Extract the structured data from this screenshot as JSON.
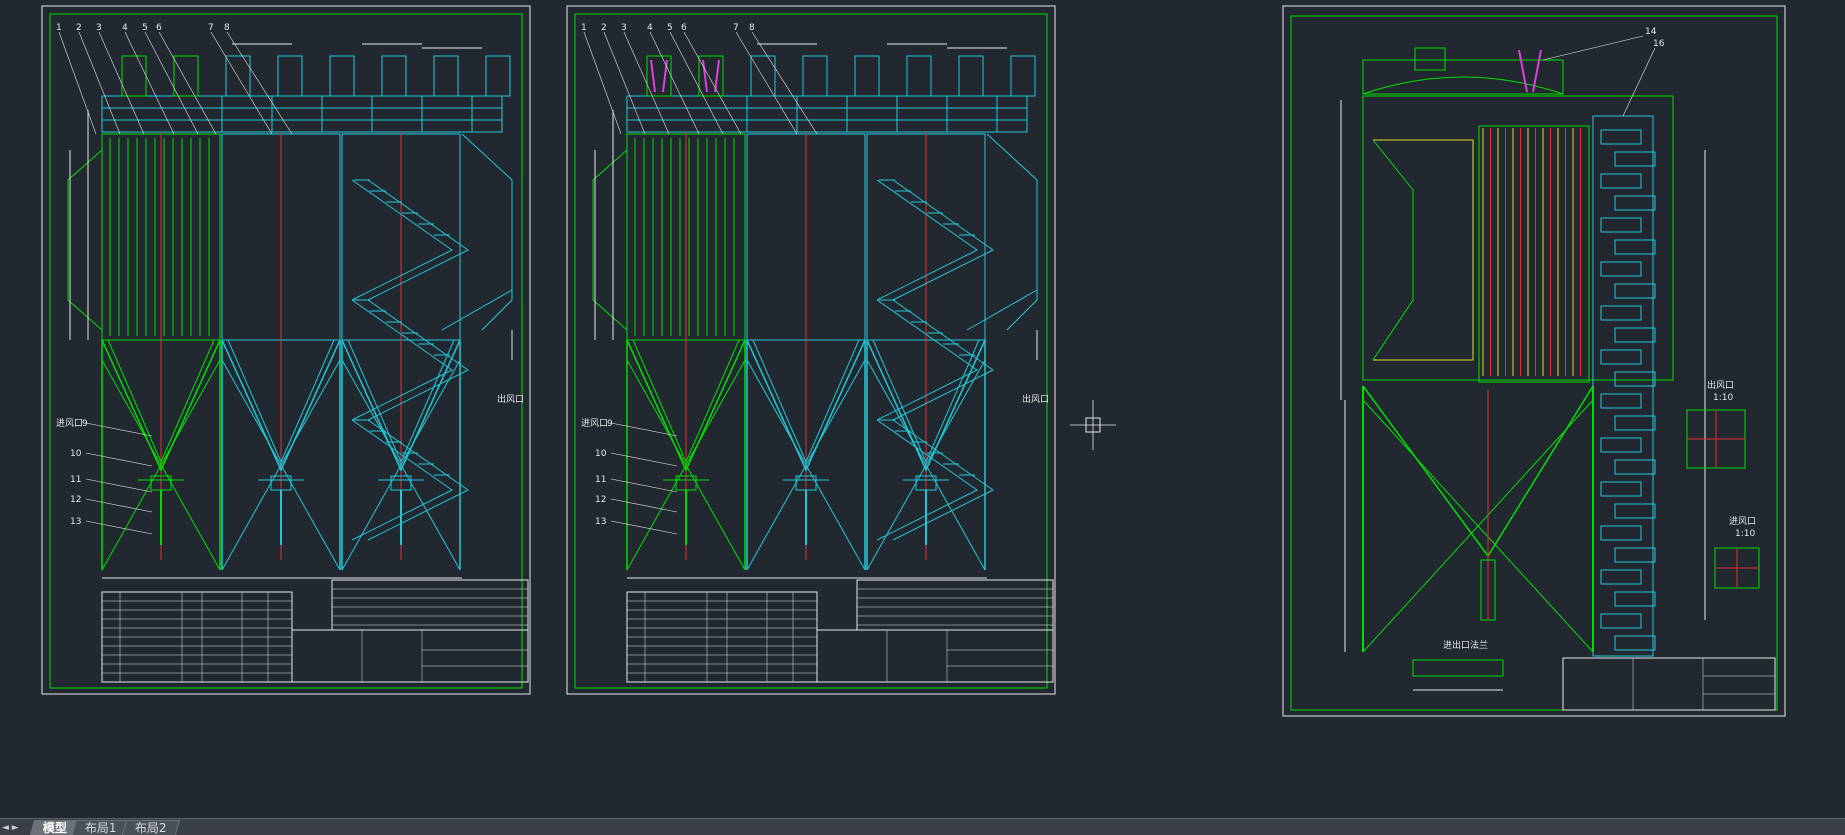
{
  "app": {
    "title": "CAD drawing viewer"
  },
  "colors": {
    "background": "#212830",
    "green": "#00e000",
    "cyan": "#22c8d8",
    "white": "#e8e8e8",
    "red": "#e03030",
    "magenta": "#e040e0",
    "yellow": "#e0e020"
  },
  "drawings": [
    {
      "callouts": [
        "1",
        "2",
        "3",
        "4",
        "5",
        "6",
        "7",
        "8",
        "9",
        "10",
        "11",
        "12",
        "13"
      ],
      "labels": {
        "inlet": "进风口",
        "outlet": "出风口"
      }
    },
    {
      "callouts": [
        "1",
        "2",
        "3",
        "4",
        "5",
        "6",
        "7",
        "8",
        "9",
        "10",
        "11",
        "12",
        "13"
      ],
      "labels": {
        "inlet": "进风口",
        "outlet": "出风口"
      }
    },
    {
      "callouts": [
        "14",
        "16"
      ],
      "labels": {
        "detail_a_title": "出风口",
        "detail_a_scale": "1:10",
        "detail_b_title": "进风口",
        "detail_b_scale": "1:10",
        "bottom_label": "进出口法兰"
      }
    }
  ],
  "layout_tabs": [
    {
      "label": "模型",
      "active": true
    },
    {
      "label": "布局1",
      "active": false
    },
    {
      "label": "布局2",
      "active": false
    }
  ],
  "tab_nav": "◄ ►"
}
